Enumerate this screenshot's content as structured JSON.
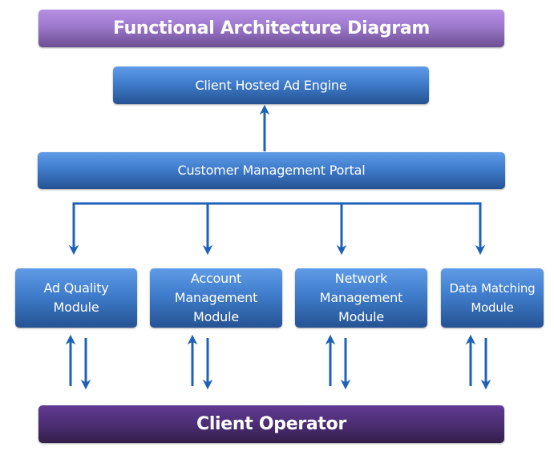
{
  "diagram": {
    "title": "Functional Architecture Diagram",
    "top_node": "Client Hosted Ad Engine",
    "portal_node": "Customer Management Portal",
    "modules": [
      {
        "line1": "Ad Quality",
        "line2": "Module",
        "line3": ""
      },
      {
        "line1": "Account",
        "line2": "Management",
        "line3": "Module"
      },
      {
        "line1": "Network",
        "line2": "Management",
        "line3": "Module"
      },
      {
        "line1": "Data Matching",
        "line2": "Module",
        "line3": ""
      }
    ],
    "bottom_node": "Client Operator",
    "edges": [
      {
        "from": "Customer Management Portal",
        "to": "Client Hosted Ad Engine",
        "direction": "up"
      },
      {
        "from": "Customer Management Portal",
        "to": "Ad Quality Module",
        "direction": "down"
      },
      {
        "from": "Customer Management Portal",
        "to": "Account Management Module",
        "direction": "down"
      },
      {
        "from": "Customer Management Portal",
        "to": "Network Management Module",
        "direction": "down"
      },
      {
        "from": "Customer Management Portal",
        "to": "Data Matching Module",
        "direction": "down"
      },
      {
        "from": "Ad Quality Module",
        "to": "Client Operator",
        "direction": "bidirectional"
      },
      {
        "from": "Account Management Module",
        "to": "Client Operator",
        "direction": "bidirectional"
      },
      {
        "from": "Network Management Module",
        "to": "Client Operator",
        "direction": "bidirectional"
      },
      {
        "from": "Data Matching Module",
        "to": "Client Operator",
        "direction": "bidirectional"
      }
    ],
    "colors": {
      "title_purple": "#9c78cc",
      "operator_purple": "#4c2d74",
      "node_blue": "#3f7ccb",
      "arrow_blue": "#1e62b8"
    }
  }
}
